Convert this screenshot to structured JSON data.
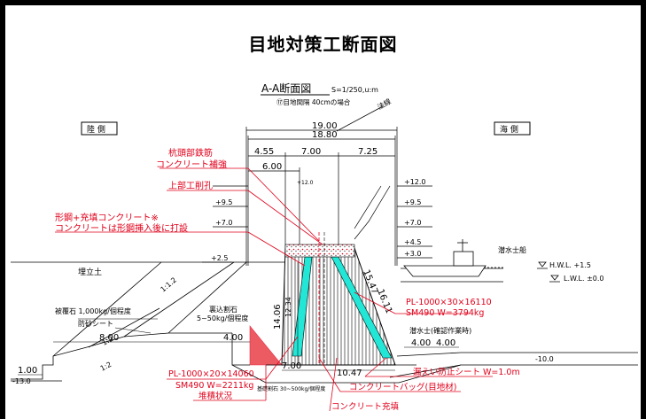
{
  "title": "目地対策工断面図",
  "section_title": "A-A断面図",
  "scale": "S=1/250,u:m",
  "condition_note": "⑰目地間隔 40cmの場合",
  "side_land": "陸 側",
  "side_sea": "海 側",
  "bearing_label": "法線",
  "dims": {
    "total_top": "19.00",
    "total_second": "18.80",
    "d_455": "4.55",
    "d_700": "7.00",
    "d_725": "7.25",
    "d_600": "6.00",
    "d_800": "8.00",
    "d_400_left": "4.00",
    "d_400_right_a": "4.00",
    "d_400_right_b": "4.00",
    "d_100": "1.00",
    "d_700_bottom": "7.00",
    "d_1047": "10.47",
    "d_1406": "14.06",
    "d_1547": "15.47",
    "d_1611": "16.11",
    "d_1234": "12.34"
  },
  "levels": {
    "p12_left": "+12.0",
    "p95_left": "+9.5",
    "p70_left": "+7.0",
    "p25_left": "+2.5",
    "p120_right": "+12.0",
    "p95_right": "+9.5",
    "p70_right": "+7.0",
    "p45_right": "+4.5",
    "p30_right": "+3.0",
    "m130": "-13.0",
    "m100": "-10.0",
    "hwl": "H.W.L.  +1.5",
    "lwl": "L.W.L.  ±0.0"
  },
  "slopes": {
    "s1_12": "1:1.2",
    "s1_2a": "1:2",
    "s1_2b": "1:2"
  },
  "black_labels": {
    "reclaimed_soil": "埋立土",
    "armor_stone": "被覆石 1,000kg/個程度",
    "sand_sheet": "防砂シート",
    "backfill_stone_1": "裏込割石",
    "backfill_stone_2": "5~50kg/個程度",
    "diver_boat": "潜水士船",
    "diver_soil": "潜水士(確認作業時)",
    "foundation_stone": "基礎割石 30~500kg/個程度"
  },
  "red_labels": {
    "pile_rebar_1": "杭頭部鉄筋",
    "pile_rebar_2": "コンクリート補強",
    "upper_hole": "上部工削孔",
    "steel_fill_1": "形鋼+充填コンクリート※",
    "steel_fill_2": "コンクリートは形鋼挿入後に打設",
    "pl_right_1": "PL-1000×30×16110",
    "pl_right_2": "SM490   W=3794kg",
    "pl_left_1": "PL-1000×20×14060",
    "pl_left_2": "SM490   W=2211kg",
    "leak_sheet": "漏えい防止シート   W=1.0m",
    "concrete_bag": "コンクリートバッグ(目地材)",
    "deposit": "堆積状況",
    "concrete_fill": "コンクリート充填"
  },
  "colors": {
    "annotation_red": "#e0001a",
    "fill_cyan": "#22e6d6",
    "deposit_fill": "#e8323c"
  }
}
